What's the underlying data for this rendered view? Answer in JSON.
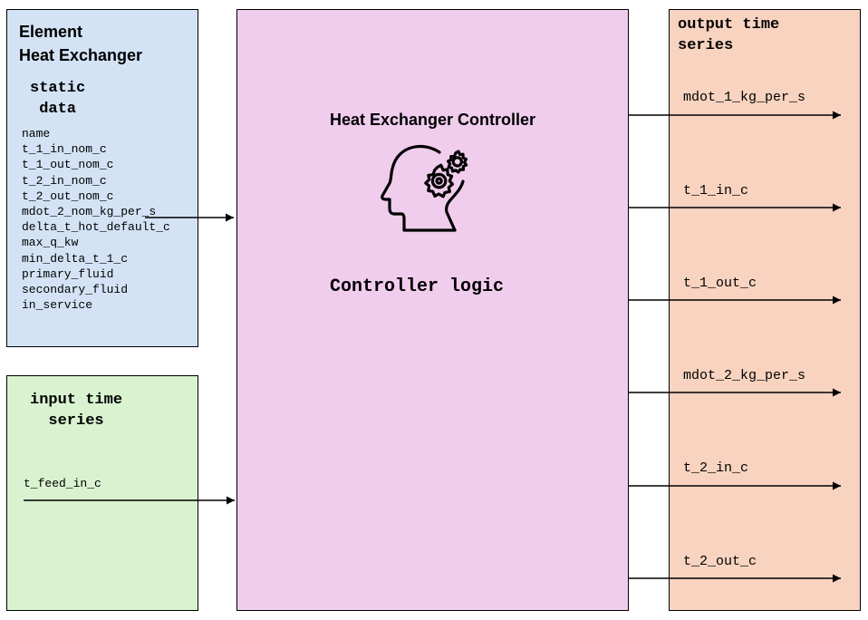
{
  "element": {
    "title_line1": "Element",
    "title_line2": "Heat Exchanger",
    "bg": "#d3e3f5"
  },
  "static_data": {
    "title": "static\n data",
    "fields": [
      "name",
      "t_1_in_nom_c",
      "t_1_out_nom_c",
      "t_2_in_nom_c",
      "t_2_out_nom_c",
      "mdot_2_nom_kg_per_s",
      "delta_t_hot_default_c",
      "max_q_kw",
      "min_delta_t_1_c",
      "primary_fluid",
      "secondary_fluid",
      "in_service"
    ]
  },
  "input_time_series": {
    "title": "input time\n  series",
    "fields": [
      "t_feed_in_c"
    ],
    "bg": "#d9f2d0"
  },
  "controller": {
    "title": "Heat Exchanger Controller",
    "logic_label": "Controller logic",
    "icon": "head-with-gears-icon",
    "bg": "#f0cced"
  },
  "output_time_series": {
    "title": "output time\nseries",
    "fields": [
      "mdot_1_kg_per_s",
      "t_1_in_c",
      "t_1_out_c",
      "mdot_2_kg_per_s",
      "t_2_in_c",
      "t_2_out_c"
    ],
    "bg": "#f8d3c0"
  }
}
